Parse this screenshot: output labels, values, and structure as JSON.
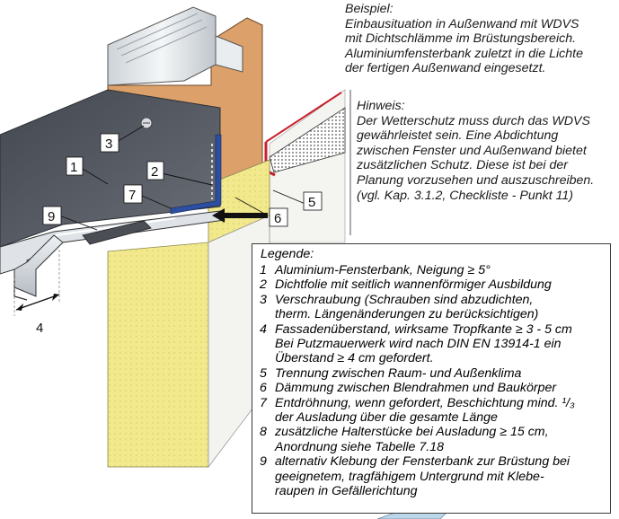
{
  "beispiel": {
    "lines": [
      "Beispiel:",
      "Einbausituation in Außenwand mit WDVS",
      "mit Dichtschlämme im Brüstungsbereich.",
      "Aluminiumfensterbank zuletzt in die Lichte",
      "der fertigen Außenwand eingesetzt."
    ]
  },
  "hinweis": {
    "lines": [
      "Hinweis:",
      "Der Wetterschutz muss durch das WDVS",
      "gewährleistet sein. Eine Abdichtung",
      "zwischen Fenster und Außenwand bietet",
      "zusätzlichen Schutz. Diese ist bei der",
      "Planung vorzusehen und auszuschreiben.",
      "(vgl. Kap. 3.1.2, Checkliste - Punkt 11)"
    ]
  },
  "legend": {
    "title": "Legende:",
    "items": [
      {
        "num": "1",
        "lines": [
          "Aluminium-Fensterbank, Neigung ≥ 5°"
        ]
      },
      {
        "num": "2",
        "lines": [
          "Dichtfolie mit seitlich wannenförmiger Ausbildung"
        ]
      },
      {
        "num": "3",
        "lines": [
          "Verschraubung (Schrauben sind abzudichten,",
          "therm. Längenänderungen zu berücksichtigen)"
        ]
      },
      {
        "num": "4",
        "lines": [
          "Fassadenüberstand, wirksame Tropfkante ≥ 3 - 5 cm",
          "Bei Putzmauerwerk wird nach DIN EN 13914-1 ein",
          "Überstand ≥ 4 cm gefordert."
        ]
      },
      {
        "num": "5",
        "lines": [
          "Trennung zwischen Raum- und Außenklima"
        ]
      },
      {
        "num": "6",
        "lines": [
          "Dämmung zwischen Blendrahmen und Baukörper"
        ]
      },
      {
        "num": "7",
        "lines": [
          "Entdröhnung, wenn gefordert, Beschichtung mind. ¹/₃",
          "der Ausladung über die gesamte Länge"
        ]
      },
      {
        "num": "8",
        "lines": [
          "zusätzliche Halterstücke bei Ausladung ≥ 15 cm,",
          "Anordnung siehe Tabelle 7.18"
        ]
      },
      {
        "num": "9",
        "lines": [
          "alternativ Klebung der Fensterbank zur Brüstung bei",
          "geeignetem, tragfähigem Untergrund mit Klebe-",
          "raupen in Gefällerichtung"
        ]
      }
    ]
  },
  "callouts": [
    "1",
    "2",
    "3",
    "4",
    "5",
    "6",
    "7",
    "9"
  ],
  "colors": {
    "sill_dark": "#5a5f68",
    "sill_light": "#d8dde3",
    "frame": "#e8ecef",
    "timber": "#dca06a",
    "insulation": "#f1e98c",
    "plaster": "#f6f6f2",
    "seal": "#c8202a",
    "membrane": "#2d4fa3"
  }
}
